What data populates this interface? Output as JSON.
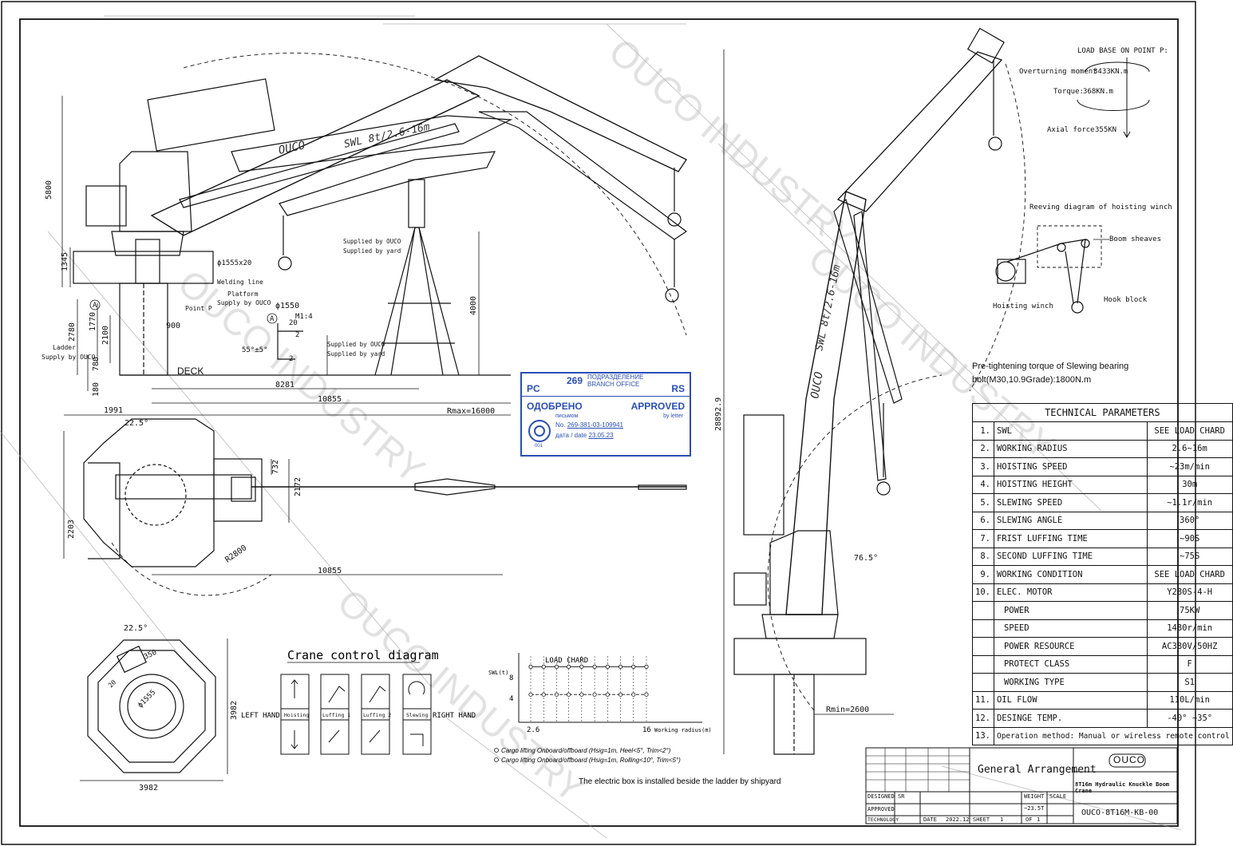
{
  "watermark": {
    "text": "OUCO INDUSTRY"
  },
  "brand": {
    "logo": "OUCO"
  },
  "side_view": {
    "boom_brand": "OUCO",
    "boom_swl": "SWL 8t/2.6-16m",
    "dims": [
      "5800",
      "1345",
      "2780",
      "1770",
      "2100",
      "780",
      "180",
      "900",
      "8281",
      "10855",
      "Rmax=16000",
      "4000",
      "1991"
    ],
    "labels": {
      "diameter_1555": "ϕ1555x20",
      "welding_line": "Welding line",
      "platform": "Platform",
      "supply_by_ouco": "Supply by OUCO",
      "point_p": "Point P",
      "ladder": "Ladder",
      "ladder_supply": "Supply by OUCO",
      "deck": "DECK",
      "diameter_1550": "ϕ1550",
      "m_scale": "M1:4",
      "dim_20": "20",
      "dim_2a": "2",
      "dim_2b": "2",
      "angle": "55°±5°",
      "supplied_by_ouco_1": "Supplied by OUCO",
      "supplied_by_yard_1": "Supplied by yard",
      "supplied_by_ouco_2": "Supplied by OUCO",
      "supplied_by_yard_2": "Supplied by yard",
      "circle_a1": "A",
      "circle_a2": "A"
    }
  },
  "top_view": {
    "dims": [
      "22.5°",
      "732",
      "2172",
      "2203",
      "R2800",
      "10855"
    ]
  },
  "base_view": {
    "dims": [
      "22.5°",
      "350",
      "ϕ1555",
      "3982",
      "3982",
      "20"
    ]
  },
  "control_diagram": {
    "title": "Crane control diagram",
    "left_hand": "LEFT HAND",
    "right_hand": "RIGHT HAND",
    "levers": [
      "Hoisting",
      "Luffing 1",
      "Luffing 2",
      "Slewing"
    ]
  },
  "load_chart": {
    "title": "LOAD CHARD",
    "y_axis": "SWL(t)",
    "x_axis": "Working radius(m)",
    "y_ticks": [
      "8",
      "4"
    ],
    "x_ticks": [
      "2.6",
      "16"
    ],
    "legend": [
      "Cargo lifting Onboard/offboard (Hsig=1m, Heel<5°, Trim<2°)",
      "Cargo lifting Onboard/offboard (Hsig=1m, Rolling<10°, Trim<5°)"
    ],
    "note": "The electric box is installed beside the ladder by shipyard"
  },
  "chart_data": {
    "type": "line",
    "title": "LOAD CHARD",
    "xlabel": "Working radius(m)",
    "ylabel": "SWL(t)",
    "x": [
      2.6,
      4.1,
      5.6,
      7.0,
      8.5,
      10.0,
      11.5,
      13.0,
      14.5,
      16
    ],
    "series": [
      {
        "name": "Cargo lifting Onboard/offboard (Hsig=1m, Heel<5°, Trim<2°)",
        "values": [
          8,
          8,
          8,
          8,
          8,
          8,
          8,
          8,
          8,
          8
        ]
      },
      {
        "name": "Cargo lifting Onboard/offboard (Hsig=1m, Rolling<10°, Trim<5°)",
        "values": [
          4,
          4,
          4,
          4,
          4,
          4,
          4,
          4,
          4,
          4
        ]
      }
    ],
    "xlim": [
      2.6,
      16
    ],
    "ylim": [
      0,
      10
    ]
  },
  "stamp": {
    "rc": "PC",
    "number": "269",
    "division_ru": "ПОДРАЗДЕЛЕНИЕ",
    "division_en": "BRANCH OFFICE",
    "rs": "RS",
    "odobreno": "ОДОБРЕНО",
    "approved": "APPROVED",
    "pismo": "письмом",
    "by_letter": "by letter",
    "no_label": "No.",
    "no_value": "269-381-03-109941",
    "date_label": "дата / date",
    "date_value": "23.05.23",
    "small": "001"
  },
  "right_view": {
    "boom_brand": "OUCO",
    "boom_swl": "SWL 8t/2.6-16m",
    "load_base": "LOAD BASE ON POINT P:",
    "overturning": "Overturning moment",
    "overturning_value": "3433KN.m",
    "torque": "Torque:",
    "torque_value": "368KN.m",
    "axial": "Axial force",
    "axial_value": "355KN",
    "reeving_title": "Reeving diagram of hoisting winch",
    "boom_sheaves": "Boom sheaves",
    "hoisting_winch": "Hoisting winch",
    "hook_block": "Hook block",
    "pretight_1": "Pre-tightening torque of Slewing bearing",
    "pretight_2": "bolt(M30,10.9Grade):1800N.m",
    "height": "28892.9",
    "angle": "76.5°",
    "rmin": "Rmin=2600"
  },
  "tech_params": {
    "title": "TECHNICAL PARAMETERS",
    "rows": [
      {
        "n": "1.",
        "name": "SWL",
        "value": "SEE LOAD CHARD"
      },
      {
        "n": "2.",
        "name": "WORKING RADIUS",
        "value": "2.6~16m"
      },
      {
        "n": "3.",
        "name": "HOISTING SPEED",
        "value": "~23m/min"
      },
      {
        "n": "4.",
        "name": "HOISTING HEIGHT",
        "value": "30m"
      },
      {
        "n": "5.",
        "name": "SLEWING SPEED",
        "value": "~1.1r/min"
      },
      {
        "n": "6.",
        "name": "SLEWING ANGLE",
        "value": "360°"
      },
      {
        "n": "7.",
        "name": "FRIST LUFFING TIME",
        "value": "~90S"
      },
      {
        "n": "8.",
        "name": "SECOND LUFFING TIME",
        "value": "~75S"
      },
      {
        "n": "9.",
        "name": "WORKING CONDITION",
        "value": "SEE LOAD CHARD"
      },
      {
        "n": "10.",
        "name": "ELEC. MOTOR",
        "value": "Y280S-4-H"
      },
      {
        "n": "",
        "name": "POWER",
        "value": "75KW"
      },
      {
        "n": "",
        "name": "SPEED",
        "value": "1480r/min"
      },
      {
        "n": "",
        "name": "POWER RESOURCE",
        "value": "AC380V/50HZ"
      },
      {
        "n": "",
        "name": "PROTECT CLASS",
        "value": "F"
      },
      {
        "n": "",
        "name": "WORKING TYPE",
        "value": "S1"
      },
      {
        "n": "11.",
        "name": "OIL FLOW",
        "value": "110L/min"
      },
      {
        "n": "12.",
        "name": "DESINGE TEMP.",
        "value": "-40° ~35°"
      }
    ],
    "row13_n": "13.",
    "row13": "Operation method: Manual or wireless remote control"
  },
  "title_block": {
    "logo": "OUCO",
    "title": "General Arrangement",
    "product": "8T16m Hydraulic Knuckle Boom Crane",
    "designed_label": "DESIGNED",
    "designed_value": "SR",
    "approved_label": "APPROVED",
    "technology_label": "TECHNOLOGY",
    "date_label": "DATE",
    "date_value": "2022.12",
    "weight_label": "WEIGHT",
    "scale_label": "SCALE",
    "weight_value": "~23.5T",
    "sheet_label": "SHEET",
    "sheet_value": "1",
    "of_label": "OF",
    "of_value": "1",
    "drawing_no": "OUCO-8T16M-KB-00"
  }
}
